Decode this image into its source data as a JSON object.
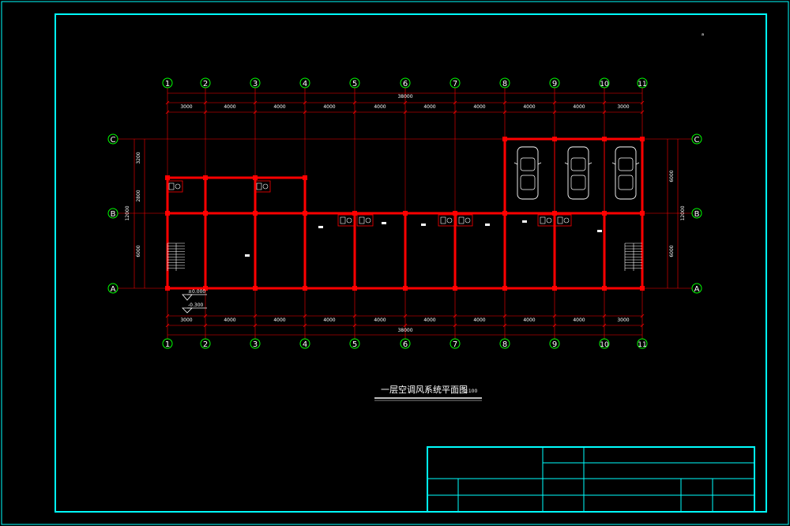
{
  "colors": {
    "background": "#000000",
    "frame": "#00ffff",
    "walls": "#ff0000",
    "axis_bubble": "#00ff00",
    "text": "#ffffff",
    "cars": "#ffffff"
  },
  "drawing": {
    "title": "一层空调风系统平面图",
    "scale": "1:100",
    "corner_mark": "a"
  },
  "grid": {
    "columns": [
      "1",
      "2",
      "3",
      "4",
      "5",
      "6",
      "7",
      "8",
      "9",
      "10",
      "11"
    ],
    "rows": [
      "A",
      "B",
      "C"
    ],
    "bay_dims_top": [
      "3000",
      "4000",
      "4000",
      "4000",
      "4000",
      "4000",
      "4000",
      "4000",
      "4000",
      "3000"
    ],
    "bay_dims_bottom": [
      "3000",
      "4000",
      "4000",
      "4000",
      "4000",
      "4000",
      "4000",
      "4000",
      "4000",
      "3000"
    ],
    "total_top": "38000",
    "total_bottom": "38000",
    "left_dims": [
      "3200",
      "2800",
      "6000"
    ],
    "left_total": "12000",
    "right_dims": [
      "6000",
      "6000"
    ],
    "right_total": "12000"
  },
  "levels": {
    "upper": "±0.000",
    "lower": "-0.300"
  },
  "title_block": {
    "cells": [
      "",
      "",
      "",
      "",
      "",
      "",
      "",
      "",
      "",
      "",
      "",
      ""
    ]
  }
}
